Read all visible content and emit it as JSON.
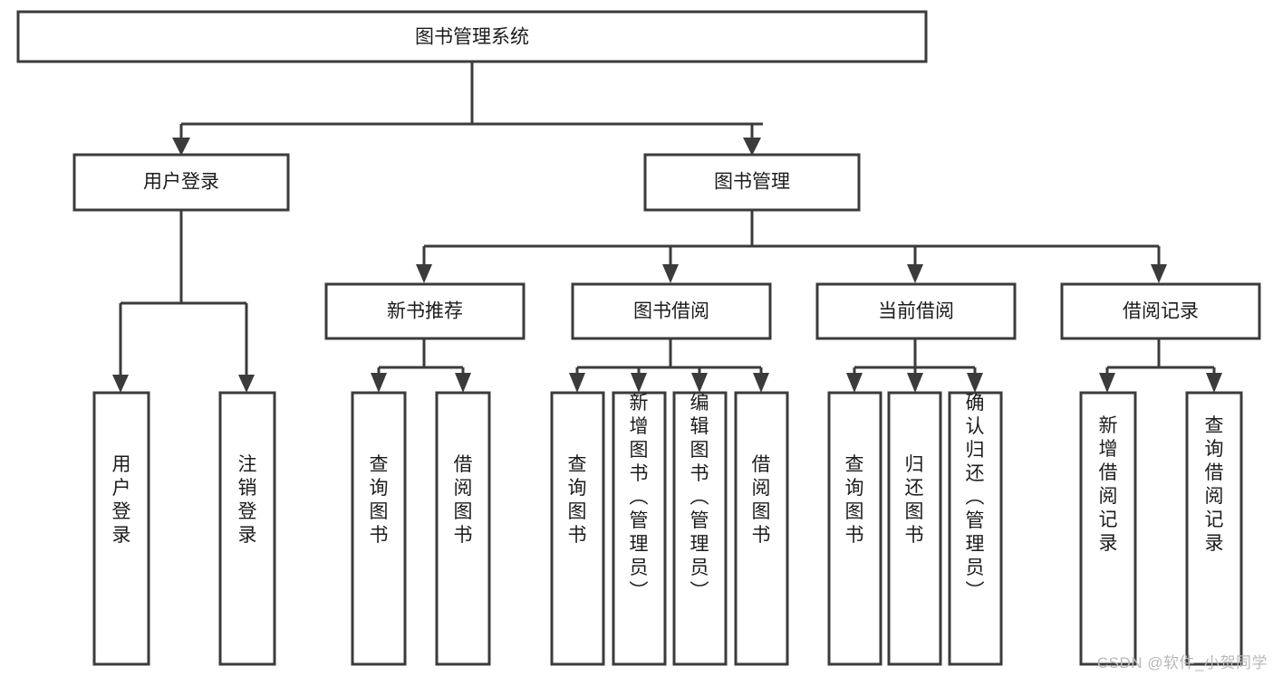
{
  "diagram": {
    "title": "图书管理系统",
    "type": "tree-hierarchy-chart",
    "background_color": "#ffffff",
    "box_fill": "#ffffff",
    "box_stroke": "#3b3b3b",
    "text_color": "#1c1c1c",
    "nodes": {
      "root": "图书管理系统",
      "level1": [
        "用户登录",
        "图书管理"
      ],
      "level2": [
        "新书推荐",
        "图书借阅",
        "当前借阅",
        "借阅记录"
      ],
      "leaves_user_login": [
        "用户登录",
        "注销登录"
      ],
      "leaves_new_books": [
        "查询图书",
        "借阅图书"
      ],
      "leaves_book_borrow": [
        "查询图书",
        "新增图书（管理员）",
        "编辑图书（管理员）",
        "借阅图书"
      ],
      "leaves_current_borrow": [
        "查询图书",
        "归还图书",
        "确认归还（管理员）"
      ],
      "leaves_borrow_record": [
        "新增借阅记录",
        "查询借阅记录"
      ]
    }
  },
  "watermark": {
    "text": "CSDN @软件_小贺同学"
  }
}
